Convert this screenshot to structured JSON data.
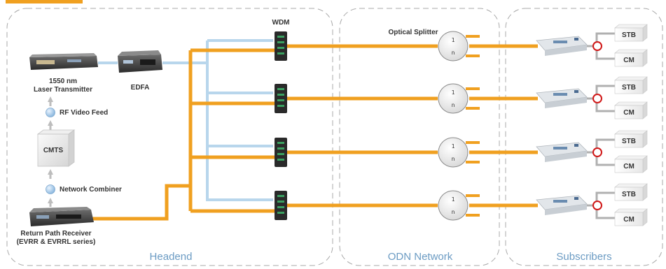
{
  "sections": {
    "headend": "Headend",
    "odn": "ODN Network",
    "subscribers": "Subscribers"
  },
  "devices": {
    "laser_line1": "1550 nm",
    "laser_line2": "Laser Transmitter",
    "edfa": "EDFA",
    "rf_video_feed": "RF Video Feed",
    "cmts": "CMTS",
    "network_combiner": "Network Combiner",
    "return_line1": "Return Path Receiver",
    "return_line2": "(EVRR & EVRRL series)",
    "wdm": "WDM",
    "optical_splitter": "Optical Splitter"
  },
  "splitter": {
    "top": "1",
    "bottom": "n"
  },
  "subscriber_outputs": {
    "stb": "STB",
    "cm": "CM"
  },
  "colors": {
    "orange_fiber": "#f0a020",
    "blue_fiber": "#b8d6ec",
    "section_text": "#6b9bc3",
    "dash_border": "#a8a8a8"
  }
}
